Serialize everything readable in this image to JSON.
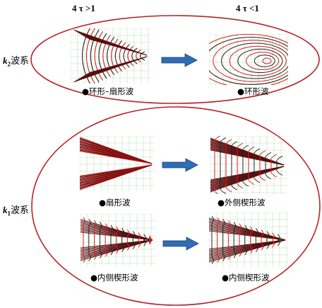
{
  "headers": {
    "left": "4 τ >1",
    "right": "4 τ <1"
  },
  "groups": {
    "k2": {
      "symbol": "k",
      "sub": "2",
      "label": "波系"
    },
    "k1": {
      "symbol": "k",
      "sub": "1",
      "label": "波系"
    }
  },
  "captions": {
    "k2_left": "●环形–扇形波",
    "k2_right": "●环形波",
    "k1_top_left": "●扇形波",
    "k1_top_right": "●外侧楔形波",
    "k1_bottom_left": "●内侧楔形波",
    "k1_bottom_right": "●内侧楔形波"
  },
  "colors": {
    "ellipse": "#b5242a",
    "arrow": "#2f6db5",
    "arrow_edge": "#1d3f72",
    "grid": "#b7e0b7",
    "wave_dark": "#5a1010",
    "wave_red": "#d81e1e",
    "wave_black": "#222222"
  }
}
